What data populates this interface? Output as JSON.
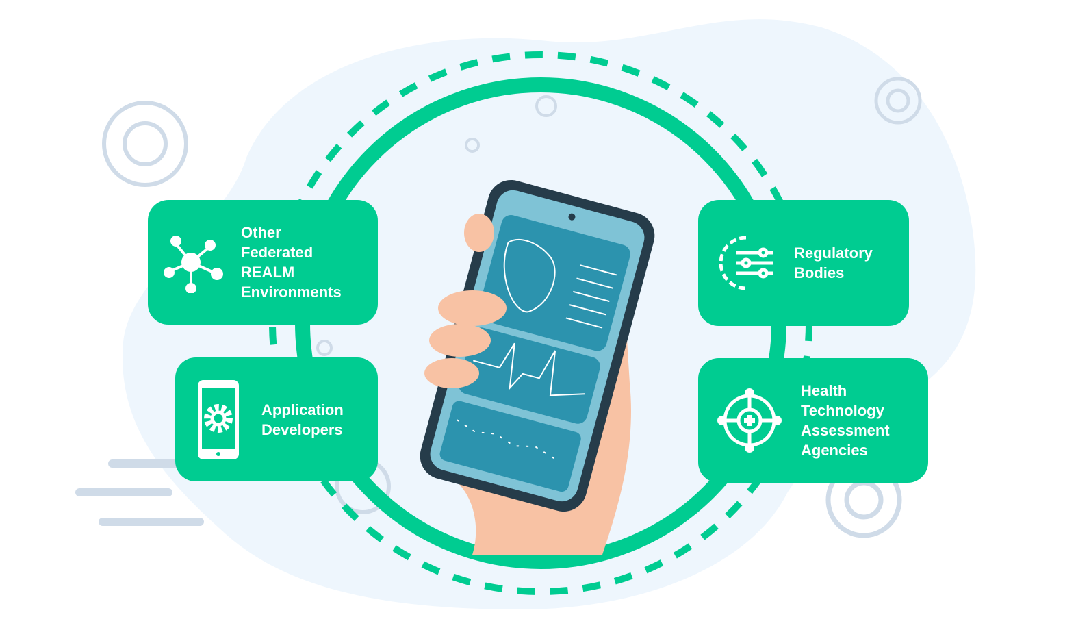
{
  "colors": {
    "accent": "#00cc91",
    "background_blob": "#eef6fd",
    "ring_decor": "#cfdbe8",
    "skin": "#f8c2a4",
    "phone_screen": "#2c93ae"
  },
  "cards": [
    {
      "id": "federated",
      "icon": "network-nodes-icon",
      "lines": [
        "Other",
        "Federated",
        "REALM",
        "Environments"
      ]
    },
    {
      "id": "developers",
      "icon": "phone-gear-icon",
      "lines": [
        "Application",
        "Developers"
      ]
    },
    {
      "id": "regulatory",
      "icon": "gear-sliders-icon",
      "lines": [
        "Regulatory",
        "Bodies"
      ]
    },
    {
      "id": "hta",
      "icon": "medical-crosshair-icon",
      "lines": [
        "Health",
        "Technology",
        "Assessment",
        "Agencies"
      ]
    }
  ]
}
